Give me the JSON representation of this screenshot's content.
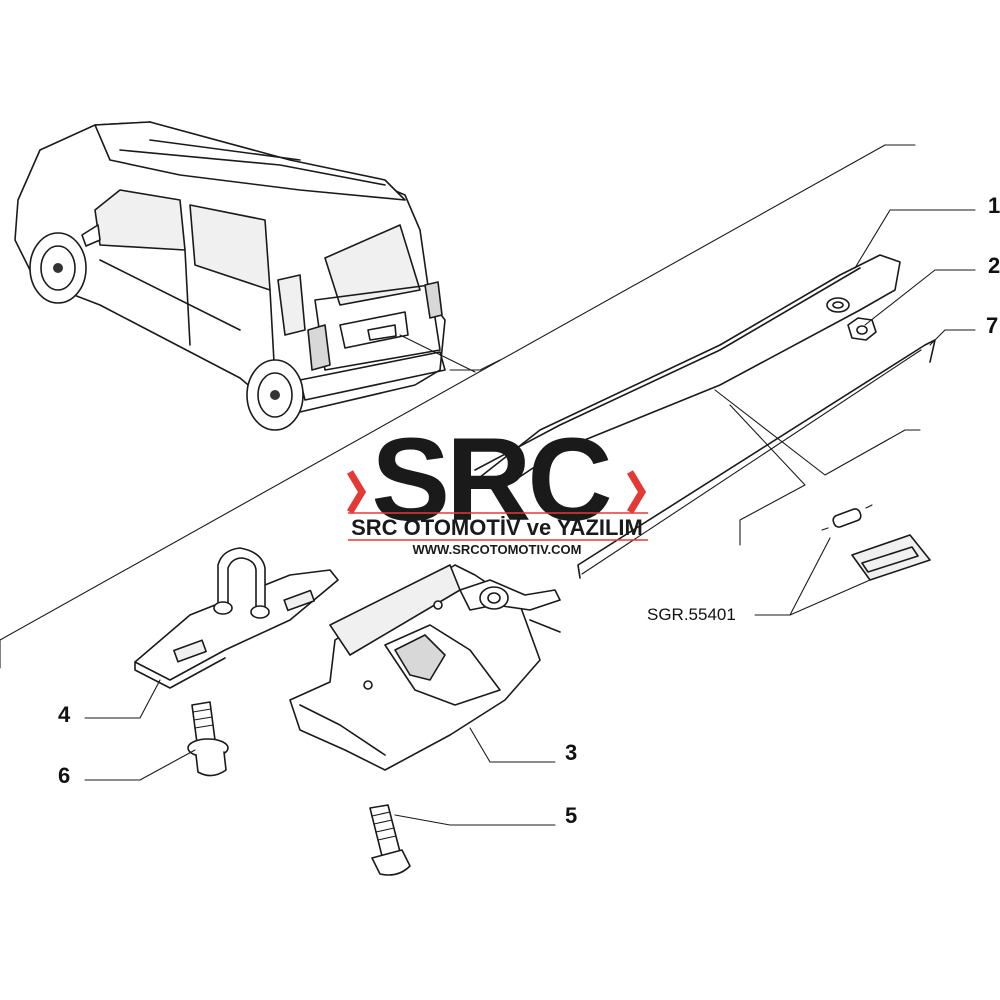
{
  "diagram": {
    "parts": [
      {
        "number": "1"
      },
      {
        "number": "2"
      },
      {
        "number": "7"
      },
      {
        "number": "4"
      },
      {
        "number": "6"
      },
      {
        "number": "3"
      },
      {
        "number": "5"
      }
    ],
    "reference_label": "SGR.55401"
  },
  "watermark": {
    "logo_text": "SRC",
    "company": "SRC OTOMOTİV ve YAZILIM",
    "url": "WWW.SRCOTOMOTIV.COM",
    "accent_color": "#e53935",
    "text_color": "#1a1a1a"
  }
}
